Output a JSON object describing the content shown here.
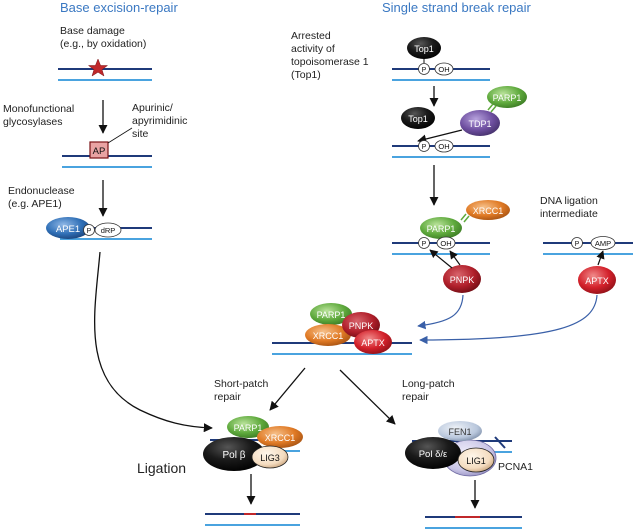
{
  "headers": {
    "ber": "Base excision-repair",
    "ssbr": "Single strand break repair"
  },
  "labels": {
    "base_damage": "Base damage\n(e.g., by oxidation)",
    "mono_glyco": "Monofunctional\nglycosylases",
    "ap_site": "Apurinic/\napyrimidinic\nsite",
    "endonuclease": "Endonuclease\n(e.g. APE1)",
    "arrested_top1": "Arrested\nactivity of\ntopoisomerase 1\n(Top1)",
    "dna_ligation_int": "DNA ligation\nintermediate",
    "short_patch": "Short-patch\nrepair",
    "long_patch": "Long-patch\nrepair",
    "ligation": "Ligation",
    "pcna1": "PCNA1"
  },
  "nodes": {
    "ap": "AP",
    "ape1": "APE1",
    "p": "P",
    "drp": "dRP",
    "oh": "OH",
    "top1": "Top1",
    "tdp1": "TDP1",
    "parp1": "PARP1",
    "xrcc1": "XRCC1",
    "pnpk": "PNPK",
    "aptx": "APTX",
    "amp": "AMP",
    "pol_beta": "Pol β",
    "lig3": "LIG3",
    "fen1": "FEN1",
    "pol_delta": "Pol  δ/ε",
    "lig1": "LIG1"
  },
  "colors": {
    "header_blue": "#3a78c2",
    "dna_dark": "#1f3a7a",
    "dna_light": "#4aa3df",
    "damage_red": "#c0282b",
    "parp1_green": "#5faa3d",
    "xrcc1_orange": "#e07a25",
    "pnpk_red": "#b01f2a",
    "aptx_red": "#d3202a",
    "tdp1_purple": "#6e4fa0",
    "ape1_blue": "#2f6fb6",
    "top1_black": "#111111",
    "pol_black": "#151515",
    "lig_beige": "#f4dcc0",
    "fen1_gray": "#b9c7dc",
    "pcna_lavender": "#c9c5e6"
  }
}
